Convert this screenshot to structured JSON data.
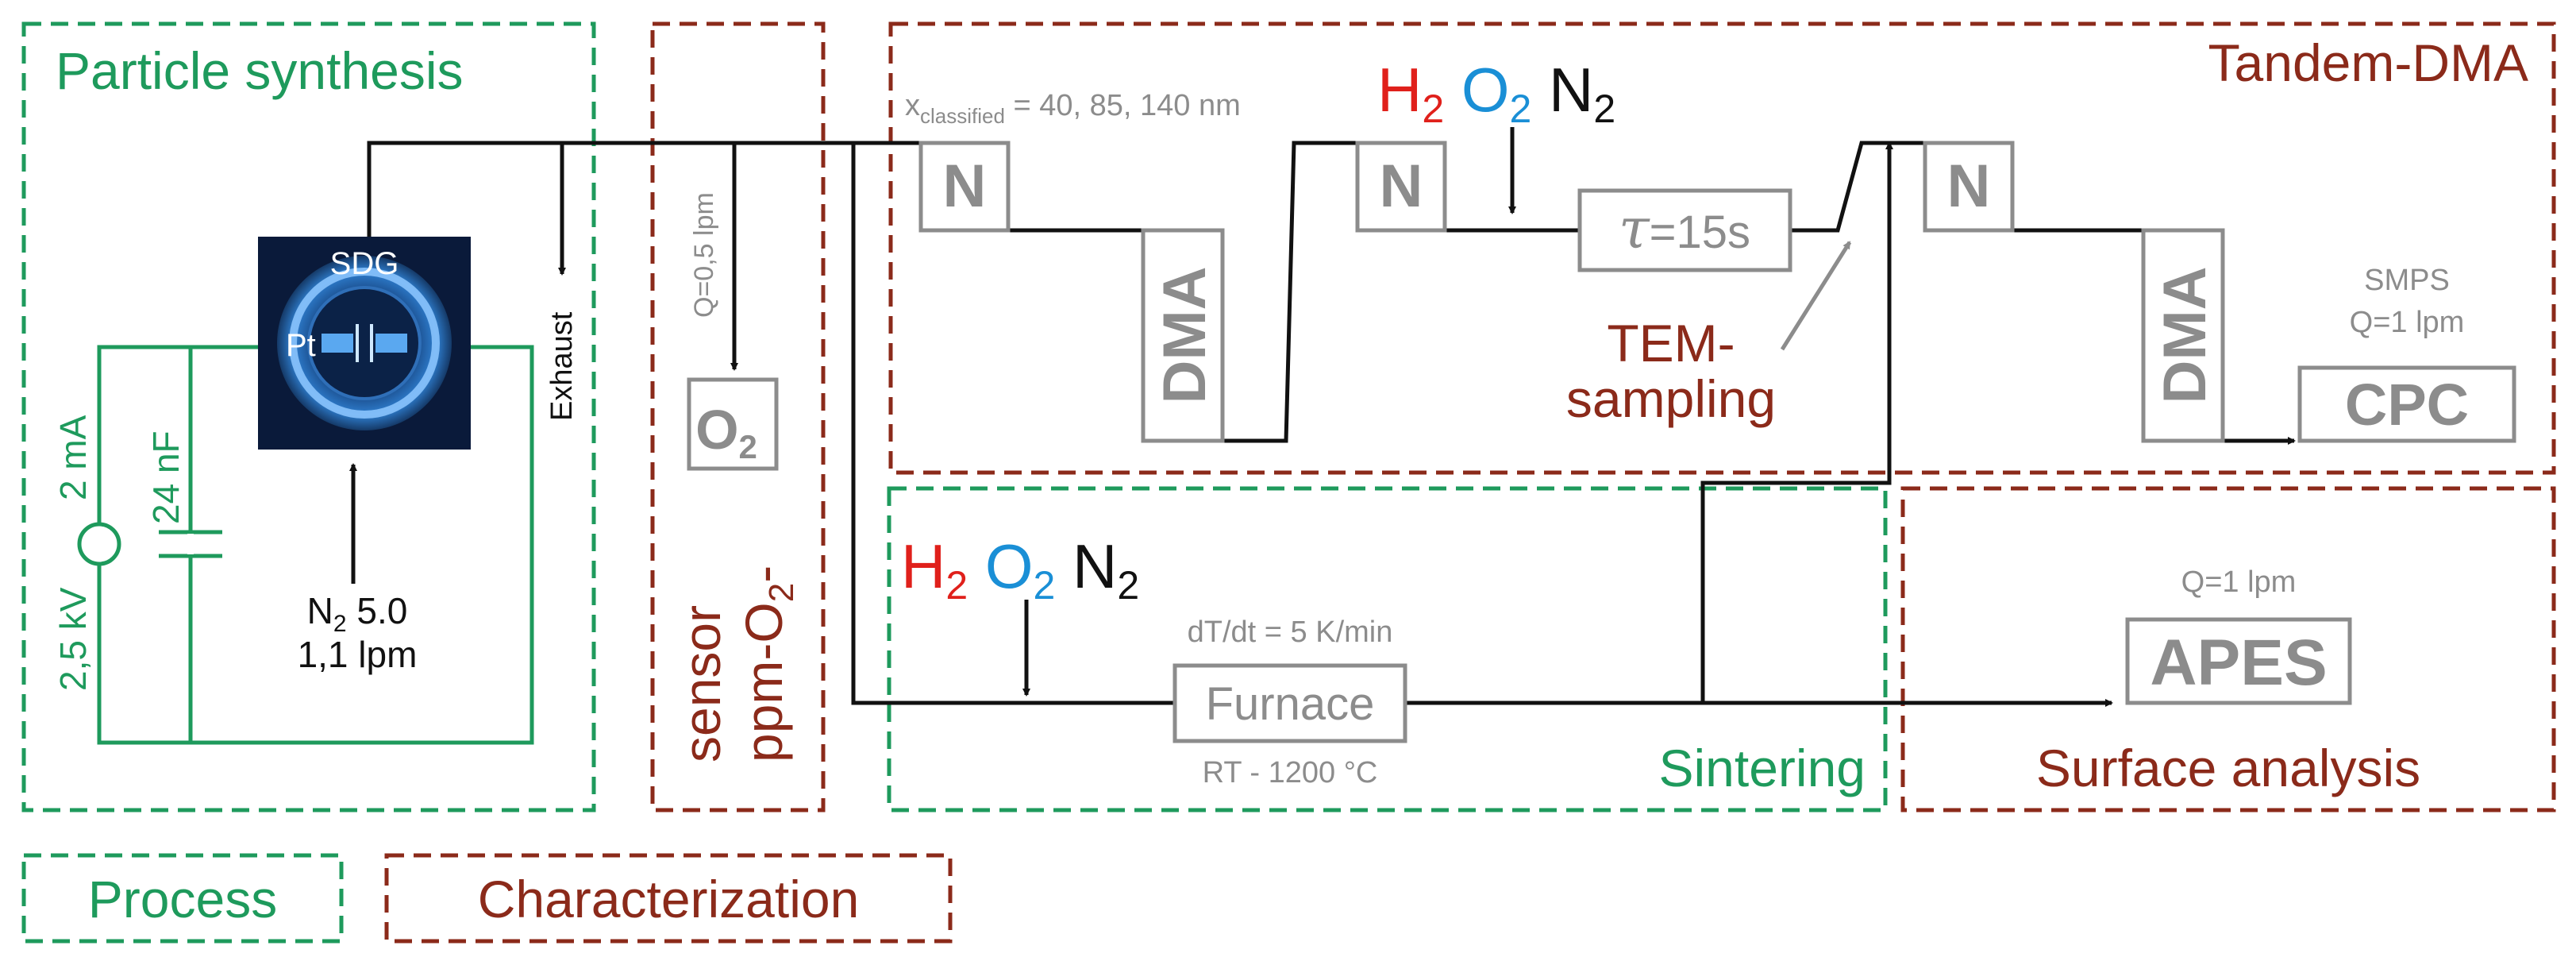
{
  "colors": {
    "process": "#1e9a5c",
    "characterization": "#8b2a1a",
    "gray": "#8c8c8c",
    "line": "#111111",
    "h2": "#e0201b",
    "o2": "#1a8fd6",
    "n2": "#111111",
    "sdg_bg": "#0a1a3a"
  },
  "sections": {
    "particle_synthesis": "Particle synthesis",
    "o2_sensor_line1": "ppm-O",
    "o2_sensor_sub": "2",
    "o2_sensor_dash": "-",
    "o2_sensor_line2": "sensor",
    "tandem_dma": "Tandem-DMA",
    "sintering": "Sintering",
    "surface_analysis": "Surface analysis"
  },
  "synthesis": {
    "sdg": "SDG",
    "pt": "Pt",
    "exhaust": "Exhaust",
    "current": "2 mA",
    "voltage": "2,5 kV",
    "capacitance": "24 nF",
    "n2_gas": "N",
    "n2_sub": "2",
    "n2_grade": " 5.0",
    "n2_flow": "1,1 lpm"
  },
  "sensor": {
    "flow": "Q=0,5 lpm",
    "o2_box": "O",
    "o2_sub": "2"
  },
  "tandem": {
    "x_symbol": "x",
    "x_sub": "classified",
    "x_values": " = 40, 85, 140 nm",
    "neutralizer": "N",
    "dma": "DMA",
    "tau_symbol": "τ",
    "tau_value": "=15s",
    "tem_line1": "TEM-",
    "tem_line2": "sampling",
    "smps": "SMPS",
    "smps_flow": "Q=1 lpm",
    "cpc": "CPC"
  },
  "gases": {
    "h": "H",
    "o": "O",
    "n": "N",
    "sub": "2"
  },
  "sintering": {
    "rate": "dT/dt = 5 K/min",
    "furnace": "Furnace",
    "temp_range": "RT - 1200 °C"
  },
  "surface": {
    "flow": "Q=1 lpm",
    "apes": "APES"
  },
  "legend": {
    "process": "Process",
    "characterization": "Characterization"
  }
}
